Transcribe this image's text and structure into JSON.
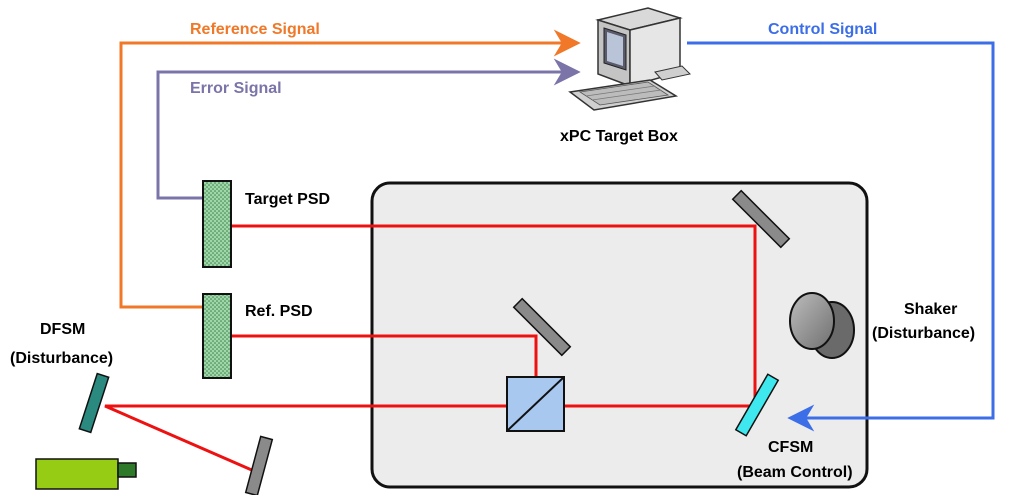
{
  "labels": {
    "reference_signal": "Reference Signal",
    "error_signal": "Error Signal",
    "control_signal": "Control Signal",
    "xpc_target_box": "xPC Target Box",
    "target_psd": "Target PSD",
    "ref_psd": "Ref. PSD",
    "dfsm_line1": "DFSM",
    "dfsm_line2": "(Disturbance)",
    "shaker_line1": "Shaker",
    "shaker_line2": "(Disturbance)",
    "cfsm_line1": "CFSM",
    "cfsm_line2": "(Beam Control)"
  },
  "colors": {
    "reference_signal": "#f07828",
    "error_signal": "#7a74a8",
    "control_signal": "#3c6ee8",
    "laser_beam": "#ee1111",
    "psd_fill": "#9ed8a8",
    "table_fill": "#ececec",
    "mirror_gray": "#8a8a8a",
    "dfsm_fill": "#2a8a80",
    "cfsm_fill": "#3fe8ee",
    "splitter_fill": "#a8c8f0",
    "laser_body": "#96cc14",
    "laser_tip": "#2f7a2a"
  },
  "icons": {
    "computer": "computer-icon"
  }
}
